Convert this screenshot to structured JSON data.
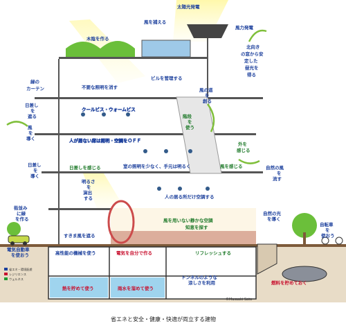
{
  "labels": {
    "solar": "太陽光発電",
    "wind_catch": "風を捕える",
    "wind_power": "風力発電",
    "shade": "木陰を作る",
    "north_light": [
      "北向き",
      "の窓から安",
      "定した",
      "昼光を",
      "得る"
    ],
    "green_curtain": [
      "緑の",
      "カーテン"
    ],
    "no_waste_light": "不要な照明を消す",
    "bldg_manage": "ビルを管理する",
    "wind_path": [
      "風の道",
      "を",
      "創る"
    ],
    "sun_block": [
      "日差し",
      "を",
      "遮る"
    ],
    "coolbiz": "クールビス・ウォームビス",
    "use_stairs": [
      "階段",
      "を",
      "使う"
    ],
    "wind_guide1": [
      "風",
      "を",
      "導く"
    ],
    "absent_off": "人が居ない席は照明・空調をＯＦＦ",
    "feel_outside": [
      "外を",
      "感じる"
    ],
    "sun_guide": [
      "日差し",
      "を",
      "導く"
    ],
    "feel_sun": "日差しを感じる",
    "room_light": "室の照明を少なく、手元は明るく",
    "feel_wind": "風を感じる",
    "natural_wind": [
      "自然の風",
      "を",
      "流す"
    ],
    "produce_light": [
      "明るさ",
      "を",
      "演出",
      "する"
    ],
    "local_ac": "人の居る所だけ空調する",
    "street_trees": [
      "街並み",
      "に緑",
      "を作る"
    ],
    "guide_nat_light": [
      "自然の光",
      "を導く"
    ],
    "wind_through": "すきま風を遮る",
    "no_wind_hand": "風を用いない静かな空調",
    "find_knowledge": "知恵を探す",
    "ev_car": [
      "電気自動車",
      "を使おう"
    ],
    "efficient_machine": "高性能の機械を使う",
    "make_power": "電気を自分で作る",
    "refresh": "リフレッシュする",
    "tunnel_air": [
      "トンネルのような",
      "涼しさを利用"
    ],
    "bicycle": [
      "自転車",
      "を",
      "使おう"
    ],
    "store_heat": "熱を貯めて使う",
    "store_rain": "雨水を溜めて使う",
    "store_fuel": "燃料を貯めておく"
  },
  "legend": [
    {
      "text": "省エネ・環境配慮",
      "color": "#1b3f9c"
    },
    {
      "text": "レジリエンス",
      "color": "#c8102e"
    },
    {
      "text": "ウェルネス",
      "color": "#1f9a2f"
    }
  ],
  "credit": "©Masaaki Sato",
  "caption": "省エネと安全・健康・快適が両立する建物",
  "colors": {
    "energy": "#1b3f9c",
    "resilience": "#c8102e",
    "wellness": "#1f9a2f",
    "wind": "#7fbf3a",
    "sun": "#ffe94d"
  }
}
